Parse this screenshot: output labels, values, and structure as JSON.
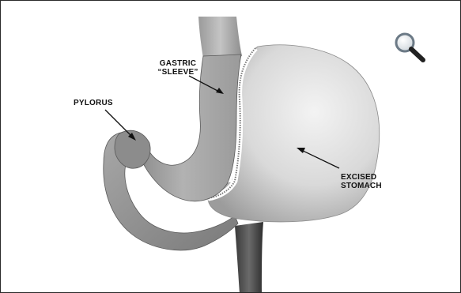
{
  "labels": {
    "gastric_line1": "GASTRIC",
    "gastric_line2": "“SLEEVE”",
    "pylorus": "PYLORUS",
    "excised_line1": "EXCISED",
    "excised_line2": "STOMACH"
  },
  "icons": {
    "zoom": "magnifier-icon"
  },
  "colors": {
    "background": "#ffffff",
    "organ_light": "#e4e4e4",
    "organ_mid": "#bdbdbd",
    "organ_dark": "#6e6e6e",
    "stroke": "#2a2a2a"
  }
}
